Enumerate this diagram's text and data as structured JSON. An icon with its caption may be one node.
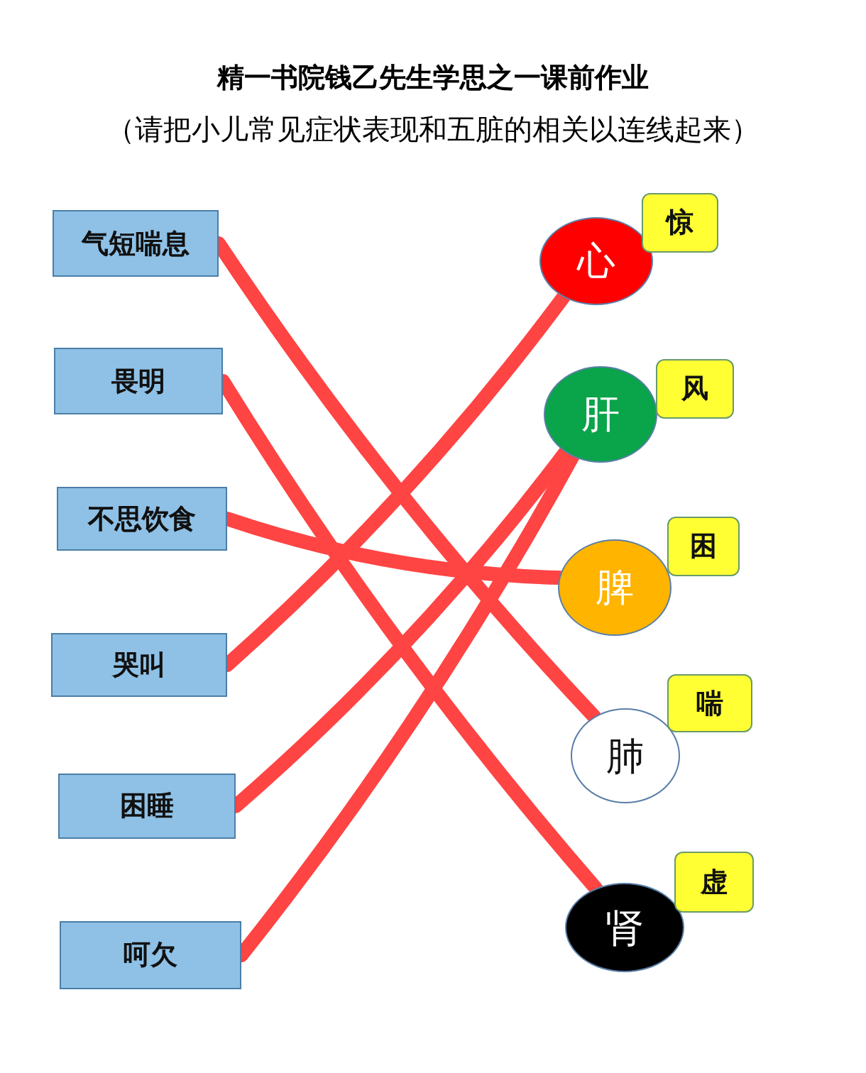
{
  "diagram": {
    "title": "精一书院钱乙先生学思之一课前作业",
    "caption": "（请把小儿常见症状表现和五脏的相关以连线起来）",
    "nodes": [
      {
        "text": [
          "气短喘息"
        ]
      },
      {
        "text": [
          "畏明"
        ]
      },
      {
        "text": [
          "不思饮食"
        ]
      },
      {
        "text": [
          "哭叫"
        ]
      },
      {
        "text": [
          "困睡"
        ]
      },
      {
        "text": [
          "呵欠"
        ]
      },
      {
        "text": [
          "心"
        ]
      },
      {
        "text": [
          "肝"
        ]
      },
      {
        "text": [
          "脾"
        ]
      },
      {
        "text": [
          "肺"
        ]
      },
      {
        "text": [
          "肾"
        ]
      },
      {
        "text": [
          "惊"
        ]
      },
      {
        "text": [
          "风"
        ]
      },
      {
        "text": [
          "困"
        ]
      },
      {
        "text": [
          "喘"
        ]
      },
      {
        "text": [
          "虚"
        ]
      }
    ],
    "edges": [
      {
        "from": 0,
        "to": 9,
        "arrow": "none"
      },
      {
        "from": 1,
        "to": 10,
        "arrow": "none"
      },
      {
        "from": 2,
        "to": 8,
        "arrow": "none"
      },
      {
        "from": 3,
        "to": 6,
        "arrow": "none"
      },
      {
        "from": 4,
        "to": 7,
        "arrow": "none"
      },
      {
        "from": 5,
        "to": 7,
        "arrow": "none"
      }
    ]
  }
}
